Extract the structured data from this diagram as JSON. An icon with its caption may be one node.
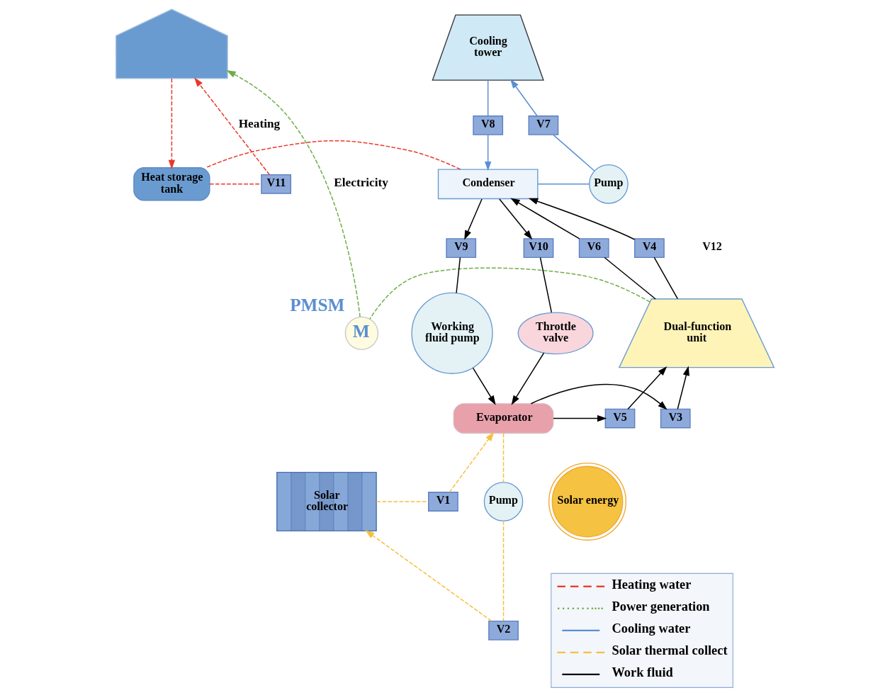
{
  "diagram": {
    "nodes": [
      {
        "text": [],
        "shape": "house"
      },
      {
        "text": [
          "Cooling tower"
        ]
      },
      {
        "text": [
          "V8"
        ]
      },
      {
        "text": [
          "V7"
        ]
      },
      {
        "text": [
          "Pump"
        ]
      },
      {
        "text": [
          "Heat storage tank"
        ]
      },
      {
        "text": [
          "V11"
        ]
      },
      {
        "text": [
          "Condenser"
        ]
      },
      {
        "text": [
          "V6"
        ]
      },
      {
        "text": [
          "V4"
        ]
      },
      {
        "text": [
          "Dual-function unit"
        ]
      },
      {
        "text": [
          "M"
        ],
        "beside": [
          "PMSM"
        ]
      },
      {
        "text": [
          "V9"
        ]
      },
      {
        "text": [
          "V10"
        ]
      },
      {
        "text": [
          "Throttle valve"
        ]
      },
      {
        "text": [
          "Working fluid pump"
        ]
      },
      {
        "text": [
          "V5"
        ]
      },
      {
        "text": [
          "V3"
        ]
      },
      {
        "text": [
          "Evaporator"
        ]
      },
      {
        "text": [
          "Solar energy"
        ]
      },
      {
        "text": [
          "Solar collector"
        ]
      },
      {
        "text": [
          "V1"
        ]
      },
      {
        "text": [
          "V2"
        ]
      },
      {
        "text": [
          "Pump"
        ]
      }
    ],
    "edges": [
      {
        "from": 0,
        "to": 5,
        "arrow": "to",
        "style": "dashed",
        "color": "#e8392b"
      },
      {
        "from": 5,
        "to": 6,
        "arrow": "none",
        "style": "dashed",
        "color": "#e8392b"
      },
      {
        "from": 6,
        "to": 0,
        "arrow": "to",
        "label": "Heating",
        "style": "dashed",
        "color": "#e8392b"
      },
      {
        "from": 7,
        "to": 5,
        "arrow": "none",
        "style": "dashed",
        "color": "#e8392b"
      },
      {
        "from": 10,
        "to": 11,
        "arrow": "none",
        "style": "dashed",
        "color": "#70ad47"
      },
      {
        "from": 11,
        "to": 0,
        "arrow": "to",
        "label": "Electricity",
        "style": "dashed",
        "color": "#70ad47"
      },
      {
        "from": 1,
        "to": 2,
        "arrow": "none",
        "color": "#5b8fd4"
      },
      {
        "from": 2,
        "to": 7,
        "arrow": "to",
        "color": "#5b8fd4"
      },
      {
        "from": 7,
        "to": 4,
        "arrow": "none",
        "color": "#5b8fd4"
      },
      {
        "from": 4,
        "to": 3,
        "arrow": "none",
        "color": "#5b8fd4"
      },
      {
        "from": 3,
        "to": 1,
        "arrow": "to",
        "color": "#5b8fd4"
      },
      {
        "from": 18,
        "to": 17,
        "arrow": "to"
      },
      {
        "from": 18,
        "to": 16,
        "arrow": "to"
      },
      {
        "from": 16,
        "to": 10,
        "arrow": "to"
      },
      {
        "from": 17,
        "to": 10,
        "arrow": "to"
      },
      {
        "from": 10,
        "to": 8,
        "arrow": "none"
      },
      {
        "from": 10,
        "to": 9,
        "arrow": "none"
      },
      {
        "from": 8,
        "to": 7,
        "arrow": "to"
      },
      {
        "from": 9,
        "to": 7,
        "arrow": "to"
      },
      {
        "from": 7,
        "to": 12,
        "arrow": "to"
      },
      {
        "from": 7,
        "to": 13,
        "arrow": "to"
      },
      {
        "from": 12,
        "to": 15,
        "arrow": "none"
      },
      {
        "from": 13,
        "to": 14,
        "arrow": "none"
      },
      {
        "from": 15,
        "to": 18,
        "arrow": "to"
      },
      {
        "from": 14,
        "to": 18,
        "arrow": "to"
      },
      {
        "from": 20,
        "to": 21,
        "arrow": "none",
        "style": "dashed",
        "color": "#f5c040"
      },
      {
        "from": 21,
        "to": 18,
        "arrow": "to",
        "style": "dashed",
        "color": "#f5c040"
      },
      {
        "from": 18,
        "to": 23,
        "arrow": "none",
        "style": "dashed",
        "color": "#f5c040"
      },
      {
        "from": 23,
        "to": 22,
        "arrow": "none",
        "style": "dashed",
        "color": "#f5c040"
      },
      {
        "from": 22,
        "to": 20,
        "arrow": "to",
        "style": "dashed",
        "color": "#f5c040"
      }
    ],
    "labels": [
      "V12"
    ],
    "legend": [
      {
        "text": "Heating water"
      },
      {
        "text": "Power generation"
      },
      {
        "text": "Cooling water"
      },
      {
        "text": "Solar thermal collect"
      },
      {
        "text": "Work fluid"
      }
    ]
  }
}
